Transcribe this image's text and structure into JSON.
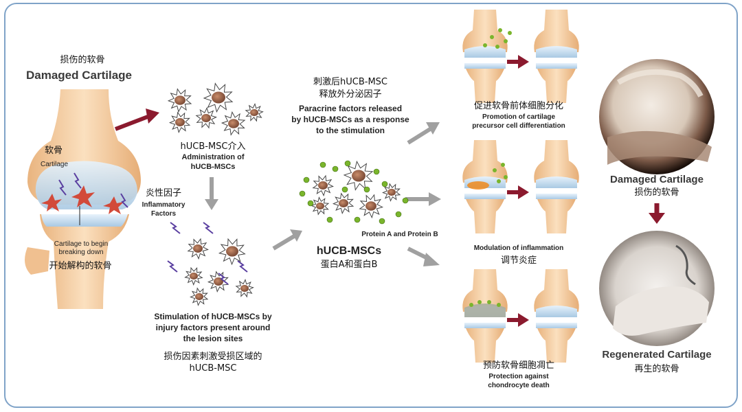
{
  "damaged": {
    "title_zh": "损伤的软骨",
    "title_en": "Damaged Cartilage",
    "cartilage_zh": "软骨",
    "cartilage_en": "Cartilage",
    "breaking_en_1": "Cartilage to begin",
    "breaking_en_2": "breaking down",
    "breaking_zh": "开始解构的软骨"
  },
  "administration": {
    "zh": "hUCB-MSC介入",
    "en_1": "Administration of",
    "en_2": "hUCB-MSCs"
  },
  "inflammatory": {
    "zh": "炎性因子",
    "en_1": "Inflammatory",
    "en_2": "Factors"
  },
  "stimulation": {
    "en_1": "Stimulation of hUCB-MSCs by",
    "en_2": "injury factors present around",
    "en_3": "the lesion sites",
    "zh_1": "损伤因素刺激受损区域的",
    "zh_2": "hUCB-MSC"
  },
  "paracrine": {
    "zh_1": "刺激后hUCB-MSC",
    "zh_2": "释放外分泌因子",
    "en_1": "Paracrine factors released",
    "en_2": "by hUCB-MSCs as a response",
    "en_3": "to the stimulation"
  },
  "mscs": {
    "protein_en": "Protein A and Protein B",
    "title": "hUCB-MSCs",
    "protein_zh": "蛋白A和蛋白B"
  },
  "outcomes": [
    {
      "zh": "促进软骨前体细胞分化",
      "en_1": "Promotion of cartilage",
      "en_2": "precursor cell differentiation"
    },
    {
      "en_1": "Modulation of inflammation",
      "zh": "调节炎症"
    },
    {
      "zh": "预防软骨细胞凋亡",
      "en_1": "Protection against",
      "en_2": "chondrocyte death"
    }
  ],
  "result": {
    "damaged_en": "Damaged Cartilage",
    "damaged_zh": "损伤的软骨",
    "regen_en": "Regenerated Cartilage",
    "regen_zh": "再生的软骨"
  },
  "colors": {
    "arrow_red": "#8b1a2e",
    "arrow_gray": "#a0a0a0",
    "bone": "#f2c79a",
    "cartilage": "#c9dff0",
    "green_dot": "#7ab52c",
    "frame": "#7fa3c8"
  }
}
